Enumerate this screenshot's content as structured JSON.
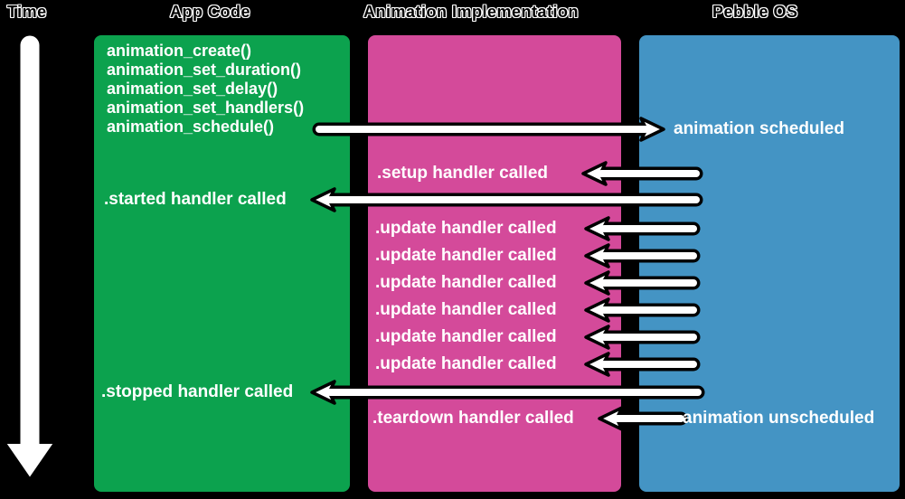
{
  "header": {
    "time_label": "Time",
    "columns": [
      {
        "id": "app-code",
        "label": "App Code",
        "color": "#0ca24e"
      },
      {
        "id": "animation-implementation",
        "label": "Animation Implementation",
        "color": "#d44a9a"
      },
      {
        "id": "pebble-os",
        "label": "Pebble OS",
        "color": "#4494c4"
      }
    ]
  },
  "app_code": {
    "functions": [
      "animation_create()",
      "animation_set_duration()",
      "animation_set_delay()",
      "animation_set_handlers()",
      "animation_schedule()"
    ],
    "started_label": ".started handler called",
    "stopped_label": ".stopped handler called"
  },
  "implementation": {
    "setup_label": ".setup handler called",
    "update_labels": [
      ".update handler called",
      ".update handler called",
      ".update handler called",
      ".update handler called",
      ".update handler called",
      ".update handler called"
    ],
    "teardown_label": ".teardown handler called"
  },
  "pebble_os": {
    "scheduled_label": "animation scheduled",
    "unscheduled_label": "animation unscheduled"
  },
  "colors": {
    "background": "#000000",
    "app_code_box": "#0ca24e",
    "implementation_box": "#d44a9a",
    "pebble_os_box": "#4494c4",
    "arrow_fill": "#ffffff",
    "arrow_outline": "#000000"
  },
  "arrows": [
    {
      "name": "schedule",
      "from": "app-code",
      "to": "pebble-os",
      "direction": "right",
      "label": "animation scheduled"
    },
    {
      "name": "setup",
      "from": "pebble-os",
      "to": "animation-implementation",
      "direction": "left",
      "label": ".setup handler called"
    },
    {
      "name": "started",
      "from": "pebble-os",
      "to": "app-code",
      "direction": "left",
      "label": ".started handler called"
    },
    {
      "name": "update-1",
      "from": "pebble-os",
      "to": "animation-implementation",
      "direction": "left",
      "label": ".update handler called"
    },
    {
      "name": "update-2",
      "from": "pebble-os",
      "to": "animation-implementation",
      "direction": "left",
      "label": ".update handler called"
    },
    {
      "name": "update-3",
      "from": "pebble-os",
      "to": "animation-implementation",
      "direction": "left",
      "label": ".update handler called"
    },
    {
      "name": "update-4",
      "from": "pebble-os",
      "to": "animation-implementation",
      "direction": "left",
      "label": ".update handler called"
    },
    {
      "name": "update-5",
      "from": "pebble-os",
      "to": "animation-implementation",
      "direction": "left",
      "label": ".update handler called"
    },
    {
      "name": "update-6",
      "from": "pebble-os",
      "to": "animation-implementation",
      "direction": "left",
      "label": ".update handler called"
    },
    {
      "name": "stopped",
      "from": "pebble-os",
      "to": "app-code",
      "direction": "left",
      "label": ".stopped handler called"
    },
    {
      "name": "teardown",
      "from": "pebble-os",
      "to": "animation-implementation",
      "direction": "left",
      "label": ".teardown handler called"
    },
    {
      "name": "time",
      "direction": "down",
      "label": "Time"
    }
  ]
}
